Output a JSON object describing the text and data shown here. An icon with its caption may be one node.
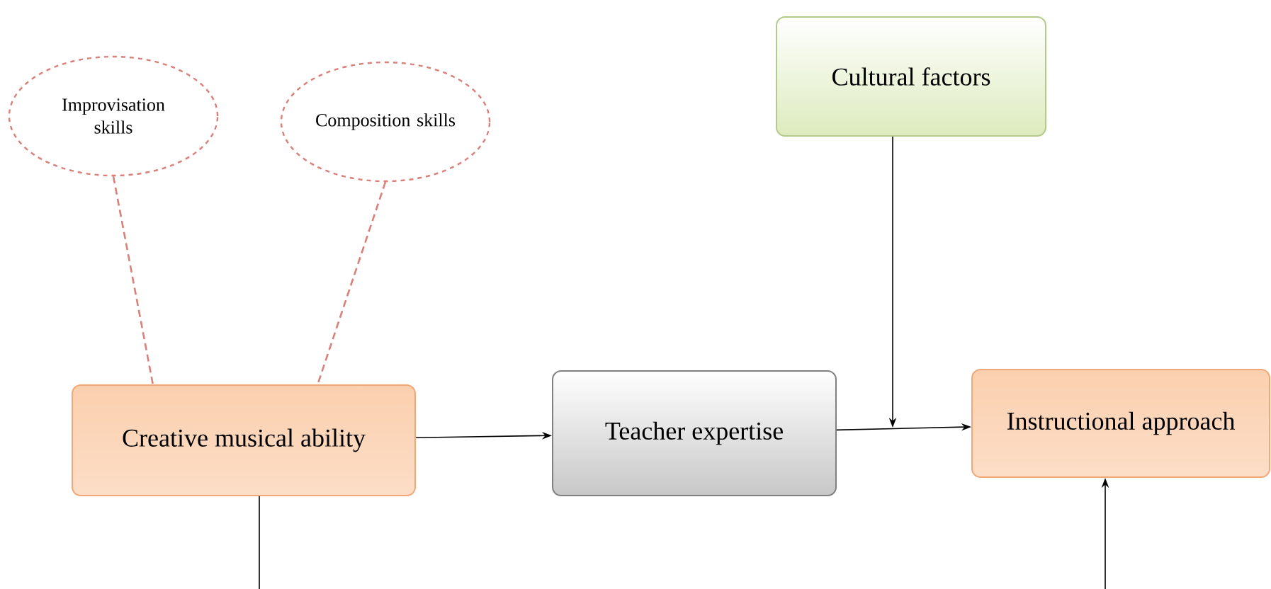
{
  "diagram": {
    "nodes": [
      {
        "text": [
          "Improvisation skills"
        ]
      },
      {
        "text": [
          "Composition skills"
        ]
      },
      {
        "text": [
          "Cultural factors"
        ]
      },
      {
        "text": [
          "Creative musical ability"
        ]
      },
      {
        "text": [
          "Teacher expertise"
        ]
      },
      {
        "text": [
          "Instructional approach"
        ]
      }
    ],
    "edges": [
      {
        "from": 0,
        "to": 3,
        "arrow": "none",
        "style": "dashed",
        "color": "#d9807a"
      },
      {
        "from": 1,
        "to": 3,
        "arrow": "none",
        "style": "dashed",
        "color": "#d9807a"
      },
      {
        "from": 3,
        "to": 4,
        "arrow": "to"
      },
      {
        "from": 4,
        "to": 5,
        "arrow": "to"
      },
      {
        "from": 2,
        "to": null,
        "arrow": "to"
      },
      {
        "from": 3,
        "to": null,
        "arrow": "none"
      },
      {
        "from": null,
        "to": 5,
        "arrow": "to"
      }
    ]
  }
}
